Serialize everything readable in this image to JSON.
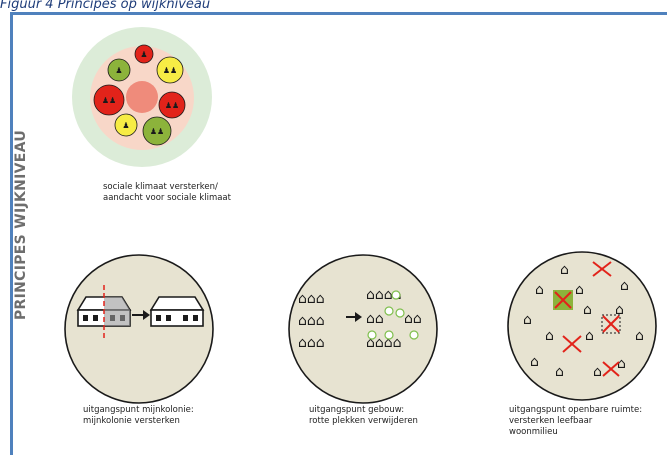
{
  "header": {
    "caption": "Figuur 4 Principes op wijkniveau"
  },
  "sidebar": {
    "label": "PRINCIPES WIJKNIVEAU"
  },
  "principles": [
    {
      "line1": "sociale klimaat versterken/",
      "line2": "aandacht voor sociale klimaat"
    },
    {
      "line1": "uitgangspunt mijnkolonie:",
      "line2": "mijnkolonie versterken"
    },
    {
      "line1": "uitgangspunt gebouw:",
      "line2": "rotte plekken verwijderen"
    },
    {
      "line1": "uitgangspunt openbare ruimte:",
      "line2": "versterken leefbaar",
      "line3": "woonmilieu"
    }
  ],
  "colors": {
    "accent": "#4f81bd",
    "red": "#e2231a",
    "green": "#8cb33b",
    "yellow": "#f7ec45",
    "disc": "#e7e3d1",
    "social_bg": "#dcecd8",
    "social_ring": "#f8d7c8"
  }
}
